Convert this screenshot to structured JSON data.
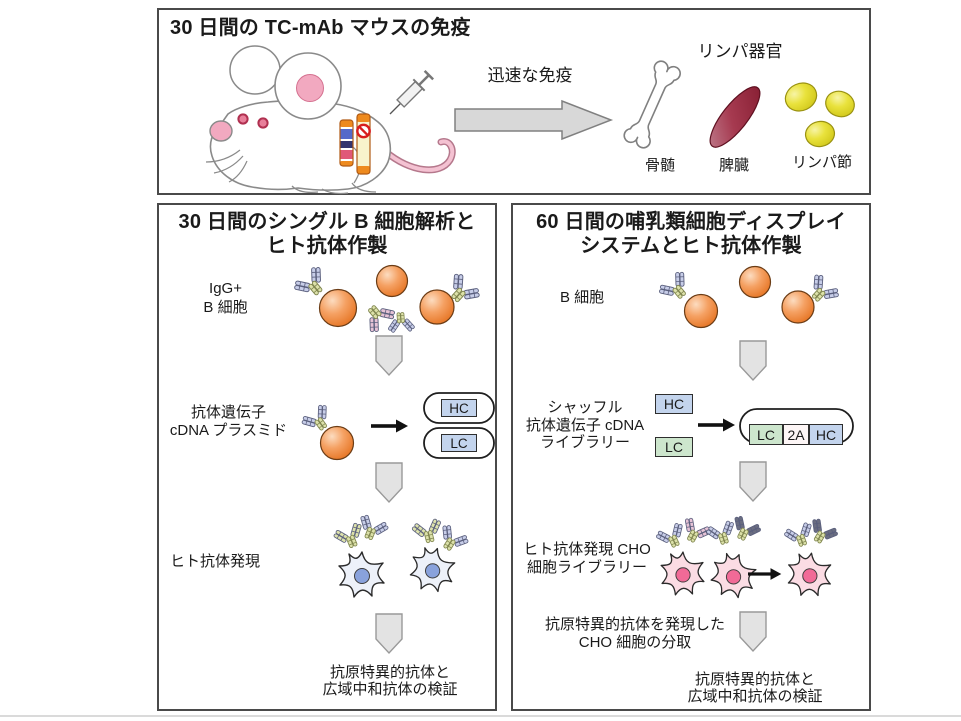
{
  "top_panel": {
    "title": "30 日間の TC-mAb マウスの免疫",
    "arrow_label": "迅速な免疫",
    "organs_heading": "リンパ器官",
    "organ_bone_marrow": "骨髄",
    "organ_spleen": "脾臓",
    "organ_lymph_node": "リンパ節"
  },
  "left_panel": {
    "title_line1": "30 日間のシングル B 細胞解析と",
    "title_line2": "ヒト抗体作製",
    "igg_line1": "IgG+",
    "igg_line2": "B 細胞",
    "gene_line1": "抗体遺伝子",
    "gene_line2": "cDNA プラスミド",
    "plasmid_hc": "HC",
    "plasmid_lc": "LC",
    "expression_label": "ヒト抗体発現",
    "result_line1": "抗原特異的抗体と",
    "result_line2": "広域中和抗体の検証"
  },
  "right_panel": {
    "title_line1": "60 日間の哺乳類細胞ディスプレイ",
    "title_line2": "システムとヒト抗体作製",
    "bcell_label": "B 細胞",
    "shuffle_line1": "シャッフル",
    "shuffle_line2": "抗体遺伝子 cDNA",
    "shuffle_line3": "ライブラリー",
    "hc_box": "HC",
    "lc_box": "LC",
    "cassette_lc": "LC",
    "cassette_2a": "2A",
    "cassette_hc": "HC",
    "cho_line1": "ヒト抗体発現 CHO",
    "cho_line2": "細胞ライブラリー",
    "sort_line1": "抗原特異的抗体を発現した",
    "sort_line2": "CHO 細胞の分取",
    "result_line1": "抗原特異的抗体と",
    "result_line2": "広域中和抗体の検証"
  },
  "colors": {
    "b_cell_orange": "#ED7B2F",
    "cho_cell_pink": "#FBDCE4",
    "expression_cell_blue": "#EDF1F9",
    "hc_box_blue": "#C3D4ED",
    "lc_box_green": "#CDE6CD",
    "spleen_red": "#8C1F36",
    "lymph_node_yellow": "#E8E23A",
    "flow_arrow_gray": "#E3E3E3",
    "panel_border_gray": "#4A4A4A"
  }
}
